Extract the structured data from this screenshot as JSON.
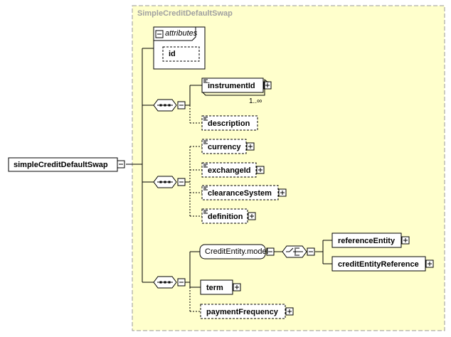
{
  "diagram": {
    "type_name": "SimpleCreditDefaultSwap",
    "root_element": "simpleCreditDefaultSwap",
    "attributes_group": {
      "label": "attributes",
      "items": [
        "id"
      ]
    },
    "sequence_1": {
      "elements": [
        {
          "name": "instrumentId",
          "optional": false,
          "expandable": true,
          "cardinality": "1..∞"
        },
        {
          "name": "description",
          "optional": true,
          "expandable": false
        }
      ]
    },
    "sequence_2": {
      "elements": [
        {
          "name": "currency",
          "optional": true,
          "expandable": true
        },
        {
          "name": "exchangeId",
          "optional": true,
          "expandable": true
        },
        {
          "name": "clearanceSystem",
          "optional": true,
          "expandable": true
        },
        {
          "name": "definition",
          "optional": true,
          "expandable": true
        }
      ]
    },
    "sequence_3": {
      "group_ref": "CreditEntity.model",
      "choice_elements": [
        "referenceEntity",
        "creditEntityReference"
      ],
      "elements": [
        {
          "name": "term",
          "optional": false,
          "expandable": true
        },
        {
          "name": "paymentFrequency",
          "optional": true,
          "expandable": true
        }
      ]
    },
    "colors": {
      "panel_fill": "#ffffcc",
      "panel_border": "#999999",
      "title_text": "#a0a0a0"
    }
  }
}
